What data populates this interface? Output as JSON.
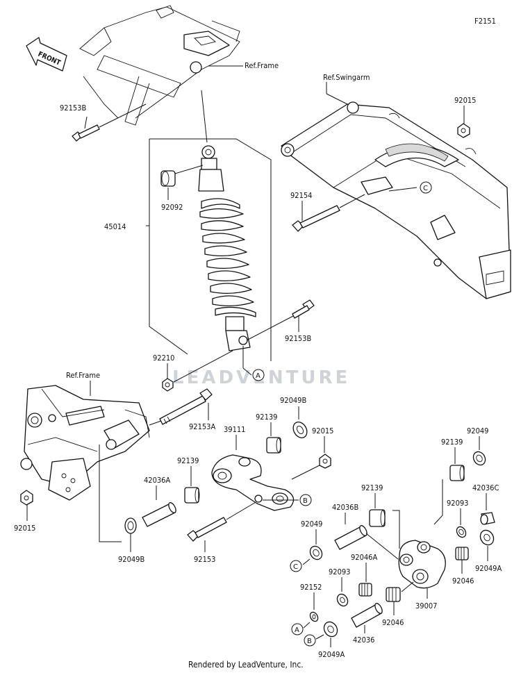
{
  "diagram": {
    "code": "F2151",
    "front_label": "FRONT",
    "watermark": "LEADVENTURE",
    "footer": "Rendered by LeadVenture, Inc.",
    "refs": {
      "frame_top": "Ref.Frame",
      "swingarm": "Ref.Swingarm",
      "frame_bottom": "Ref.Frame"
    },
    "callouts": {
      "a1": "A",
      "a2": "A",
      "b1": "B",
      "b2": "B",
      "c1": "C",
      "c2": "C"
    },
    "parts": {
      "p92153B_top": "92153B",
      "p92015_top": "92015",
      "p92092": "92092",
      "p45014": "45014",
      "p92154": "92154",
      "p92153B_mid": "92153B",
      "p92210": "92210",
      "p92153A": "92153A",
      "p92049B_top": "92049B",
      "p92139_a": "92139",
      "p39111": "39111",
      "p92015_mid": "92015",
      "p92049_right": "92049",
      "p92139_b": "92139",
      "p42036A": "42036A",
      "p92139_c": "92139",
      "p92015_left": "92015",
      "p92049B_bottom": "92049B",
      "p92153": "92153",
      "p42036B": "42036B",
      "p92139_d": "92139",
      "p92093_right": "92093",
      "p42036C": "42036C",
      "p92049_left": "92049",
      "p92046A": "92046A",
      "p92093_left": "92093",
      "p92046_right": "92046",
      "p92049A_right": "92049A",
      "p39007": "39007",
      "p92152": "92152",
      "p92046_bottom": "92046",
      "p42036": "42036",
      "p92049A_bottom": "92049A"
    }
  }
}
